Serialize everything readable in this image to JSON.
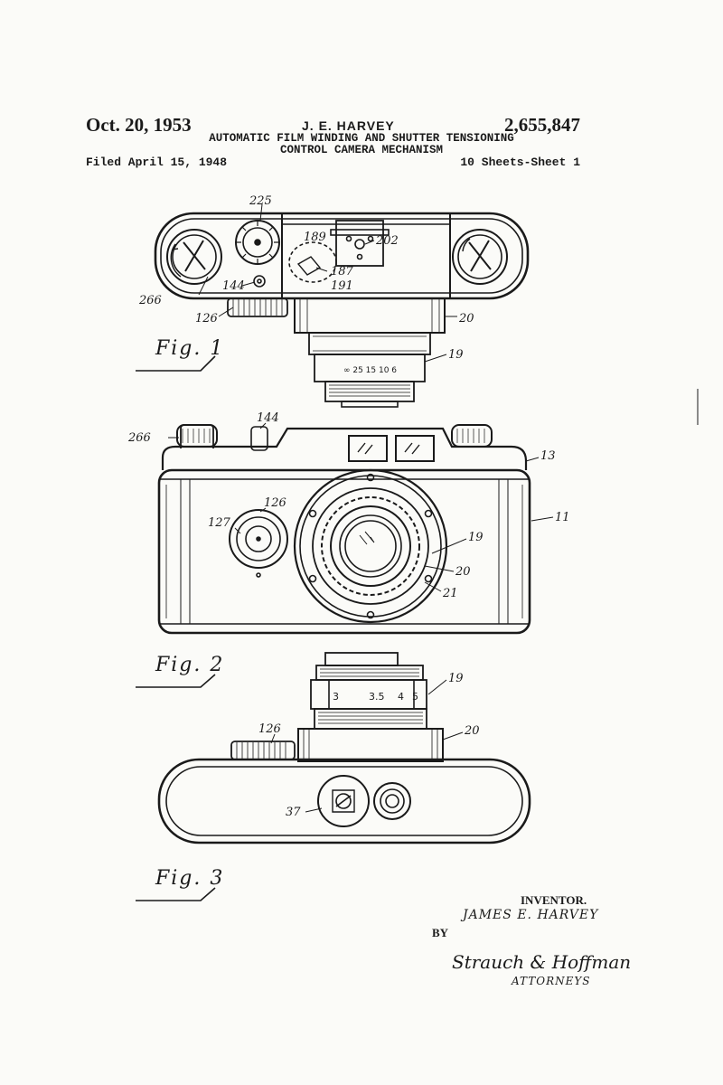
{
  "header": {
    "date": "Oct. 20, 1953",
    "inventor_short": "J. E. HARVEY",
    "patent_number": "2,655,847",
    "title_line1": "AUTOMATIC FILM WINDING AND SHUTTER TENSIONING",
    "title_line2": "CONTROL CAMERA MECHANISM",
    "filed": "Filed April 15, 1948",
    "sheets": "10 Sheets-Sheet 1"
  },
  "figures": {
    "fig1": "Fig. 1",
    "fig2": "Fig. 2",
    "fig3": "Fig. 3"
  },
  "reference_numerals": {
    "r225": "225",
    "r189": "189",
    "r202": "202",
    "r187": "187",
    "r191": "191",
    "r266a": "266",
    "r144a": "144",
    "r126a": "126",
    "r20a": "20",
    "r19a": "19",
    "r144b": "144",
    "r266b": "266",
    "r13": "13",
    "r11": "11",
    "r126b": "126",
    "r127": "127",
    "r19b": "19",
    "r20b": "20",
    "r21": "21",
    "r19c": "19",
    "r126c": "126",
    "r20c": "20",
    "r37": "37"
  },
  "lens_scales": {
    "fig1_distance": "∞ 25 15 10 6",
    "fig3_aperture_a": "3",
    "fig3_aperture_b": "3.5",
    "fig3_aperture_c": "4",
    "fig3_aperture_d": "5"
  },
  "signature": {
    "inventor_label": "INVENTOR.",
    "inventor_name": "JAMES E. HARVEY",
    "by": "BY",
    "firm": "Strauch & Hoffman",
    "attorneys": "ATTORNEYS"
  }
}
